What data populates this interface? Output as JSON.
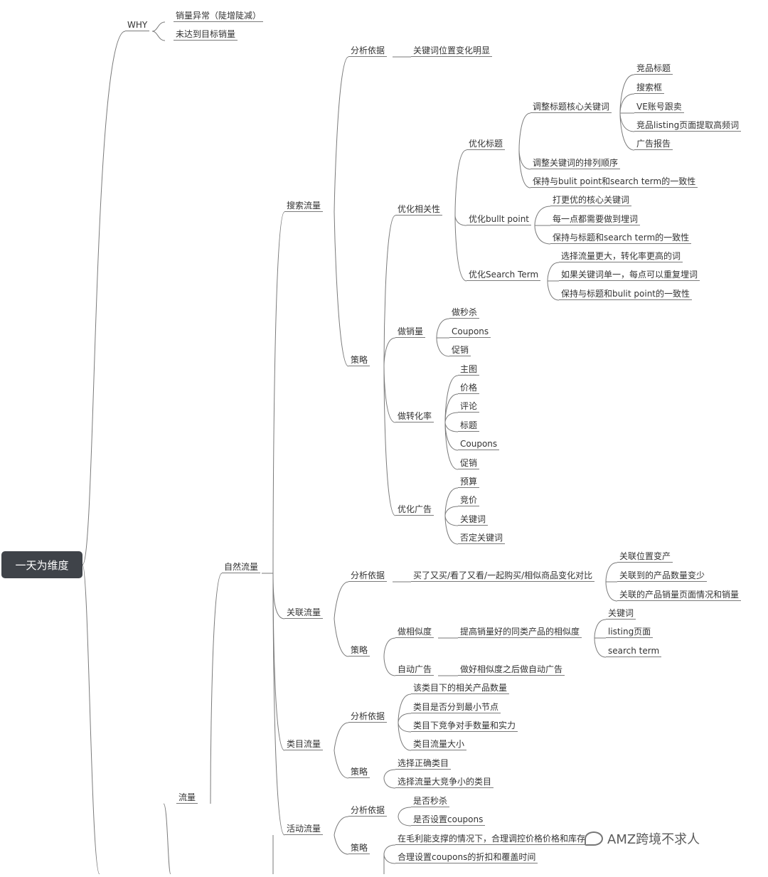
{
  "root": "一天为维度",
  "why": {
    "label": "WHY",
    "items": [
      "销量异常（陡增陡减）",
      "未达到目标销量"
    ]
  },
  "traffic": "流量",
  "natural": "自然流量",
  "search": {
    "label": "搜索流量",
    "analysis": "分析依据",
    "analysis_item": "关键词位置变化明显",
    "strategy": "策略",
    "relevance": "优化相关性",
    "title_opt": "优化标题",
    "title_core": "调整标题核心关键词",
    "title_core_items": [
      "竞品标题",
      "搜索框",
      "VE账号跟卖",
      "竞品listing页面提取高频词",
      "广告报告"
    ],
    "title_order": "调整关键词的排列顺序",
    "title_consistency": "保持与bulit point和search term的一致性",
    "bp_opt": "优化bullt point",
    "bp_items": [
      "打更优的核心关键词",
      "每一点都需要做到埋词",
      "保持与标题和search term的一致性"
    ],
    "st_opt": "优化Search Term",
    "st_items": [
      "选择流量更大，转化率更高的词",
      "如果关键词单一，每点可以重复埋词",
      "保持与标题和bulit point的一致性"
    ],
    "sales": "做销量",
    "sales_items": [
      "做秒杀",
      "Coupons",
      "促销"
    ],
    "conversion": "做转化率",
    "conversion_items": [
      "主图",
      "价格",
      "评论",
      "标题",
      "Coupons",
      "促销"
    ],
    "ads": "优化广告",
    "ads_items": [
      "预算",
      "竞价",
      "关键词",
      "否定关键词"
    ]
  },
  "related": {
    "label": "关联流量",
    "analysis": "分析依据",
    "analysis_item": "买了又买/看了又看/一起购买/相似商品变化对比",
    "analysis_sub": [
      "关联位置变产",
      "关联到的产品数量变少",
      "关联的产品销量页面情况和销量"
    ],
    "strategy": "策略",
    "similarity": "做相似度",
    "similarity_item": "提高销量好的同类产品的相似度",
    "similarity_sub": [
      "关键词",
      "listing页面",
      "search term"
    ],
    "auto_ads": "自动广告",
    "auto_ads_item": "做好相似度之后做自动广告"
  },
  "category": {
    "label": "类目流量",
    "analysis": "分析依据",
    "analysis_items": [
      "该类目下的相关产品数量",
      "类目是否分到最小节点",
      "类目下竞争对手数量和实力",
      "类目流量大小"
    ],
    "strategy": "策略",
    "strategy_items": [
      "选择正确类目",
      "选择流量大竞争小的类目"
    ]
  },
  "activity": {
    "label": "活动流量",
    "analysis": "分析依据",
    "analysis_items": [
      "是否秒杀",
      "是否设置coupons"
    ],
    "strategy": "策略",
    "strategy_items": [
      "在毛利能支撑的情况下，合理调控价格价格和库存",
      "合理设置coupons的折扣和覆盖时间"
    ]
  },
  "watermark": "AMZ跨境不求人"
}
